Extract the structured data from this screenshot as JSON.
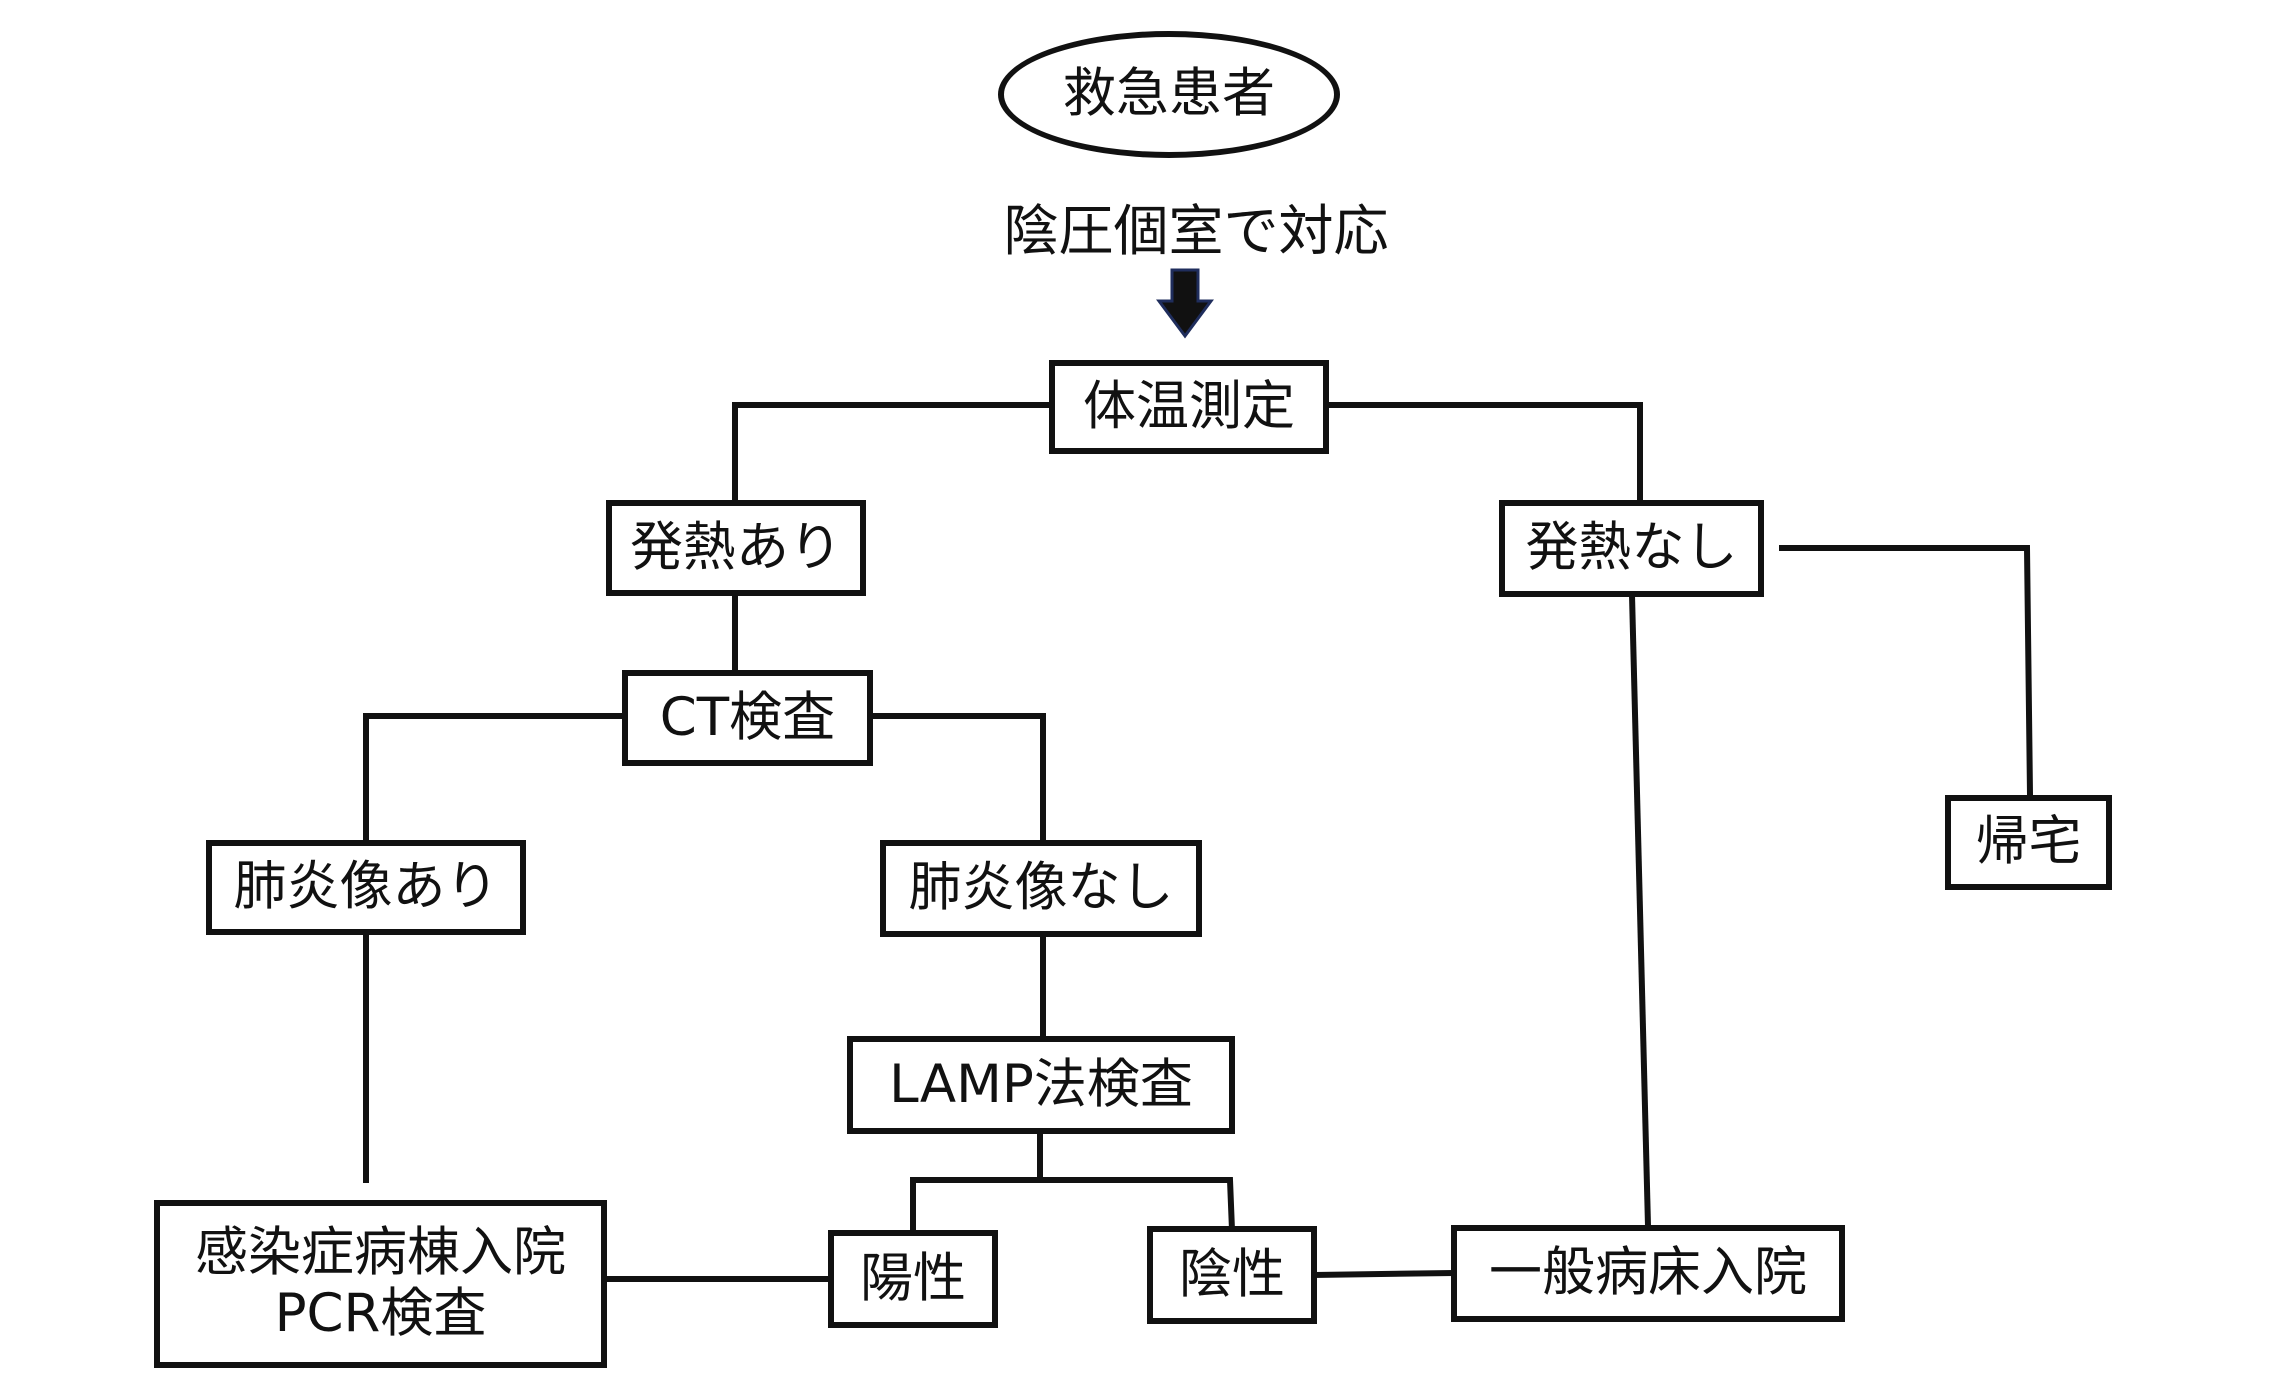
{
  "start": "救急患者",
  "note": "陰圧個室で対応",
  "nodes": {
    "temp": "体温測定",
    "fever_yes": "発熱あり",
    "fever_no": "発熱なし",
    "ct": "CT検査",
    "pneumonia_yes": "肺炎像あり",
    "pneumonia_no": "肺炎像なし",
    "go_home": "帰宅",
    "lamp": "LAMP法検査",
    "positive": "陽性",
    "negative": "陰性",
    "infection_ward_line1": "感染症病棟入院",
    "infection_ward_line2": "PCR検査",
    "general_ward": "一般病床入院"
  },
  "icons": {
    "arrow": "down-arrow-icon"
  },
  "colors": {
    "line": "#111111",
    "arrow_fill": "#111111",
    "arrow_edge": "#1f2d5c",
    "background": "#ffffff"
  }
}
